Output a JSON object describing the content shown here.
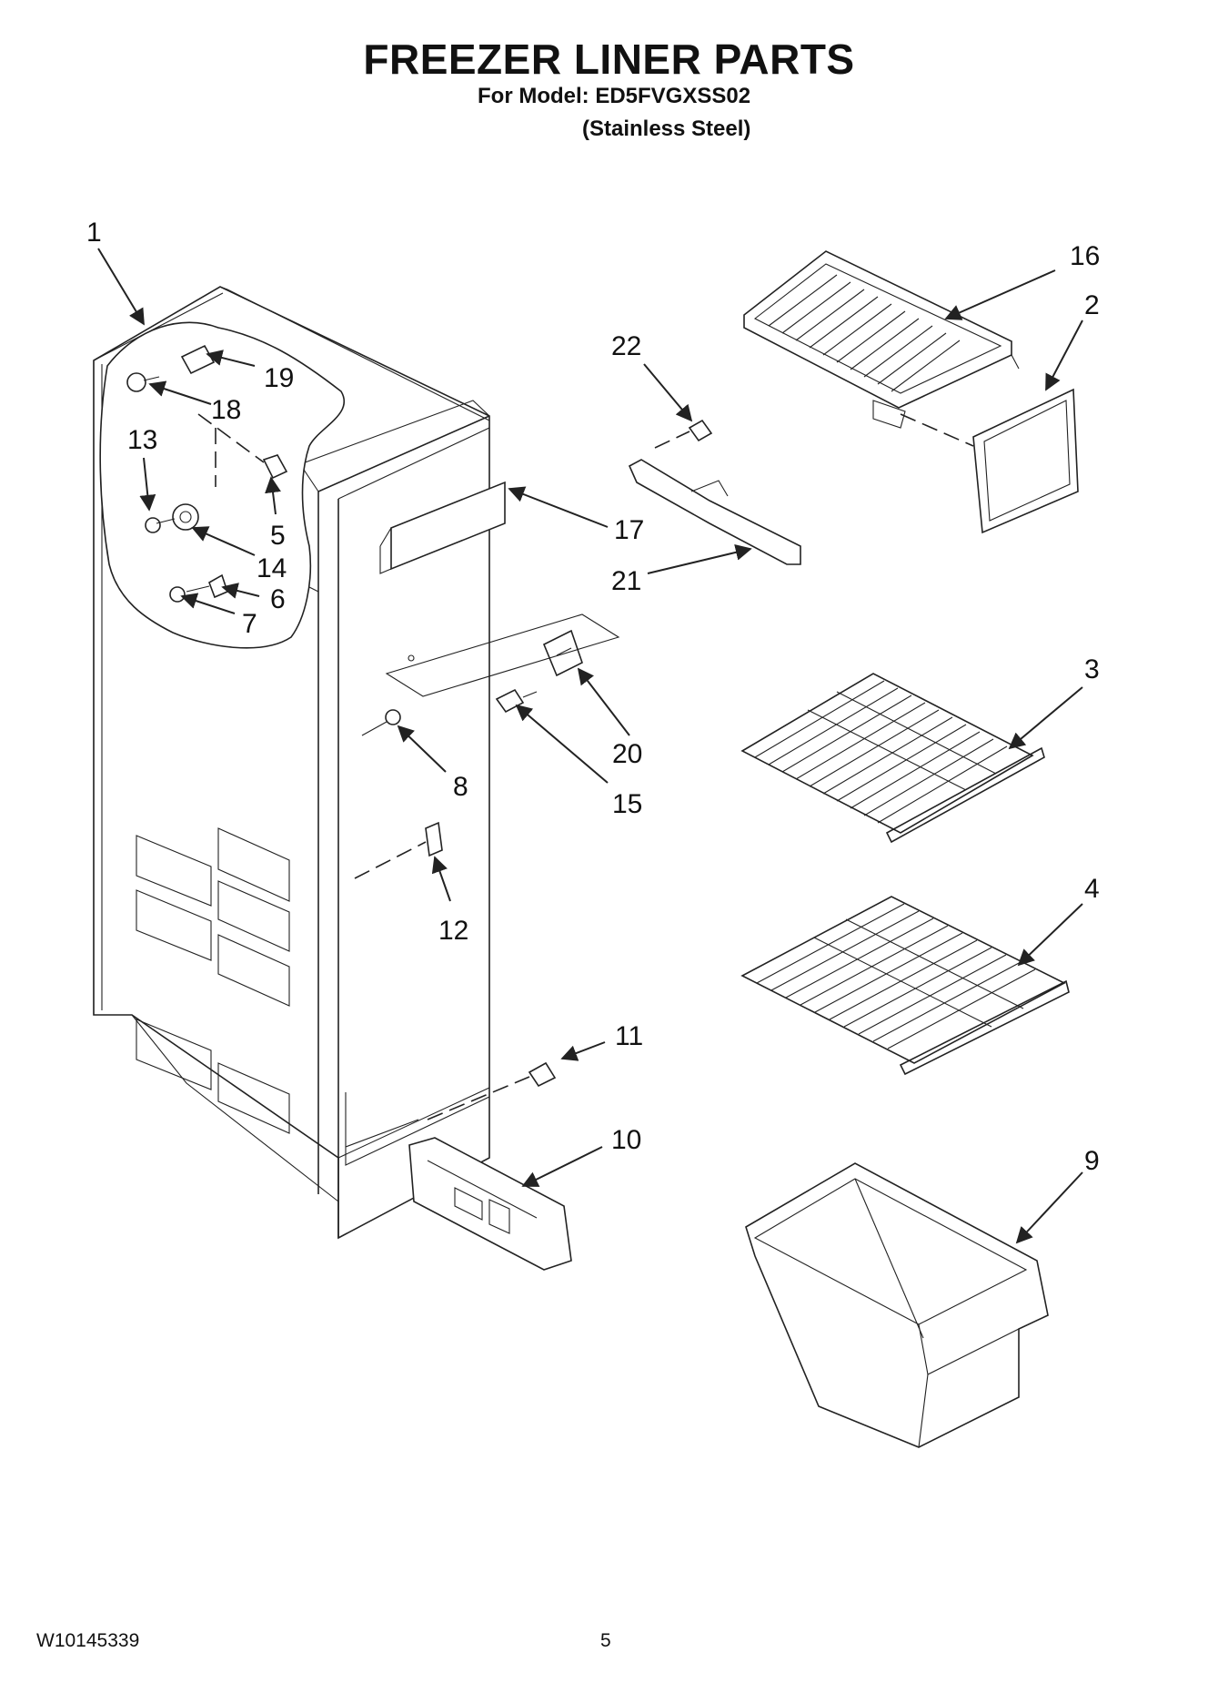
{
  "header": {
    "title": "FREEZER LINER PARTS",
    "model_line": "For Model: ED5FVGXSS02",
    "finish_line": "(Stainless Steel)"
  },
  "callouts": {
    "c1": "1",
    "c2": "2",
    "c3": "3",
    "c4": "4",
    "c5": "5",
    "c6": "6",
    "c7": "7",
    "c8": "8",
    "c9": "9",
    "c10": "10",
    "c11": "11",
    "c12": "12",
    "c13": "13",
    "c14": "14",
    "c15": "15",
    "c16": "16",
    "c17": "17",
    "c18": "18",
    "c19": "19",
    "c20": "20",
    "c21": "21",
    "c22": "22"
  },
  "footer": {
    "doc_number": "W10145339",
    "page": "5"
  }
}
